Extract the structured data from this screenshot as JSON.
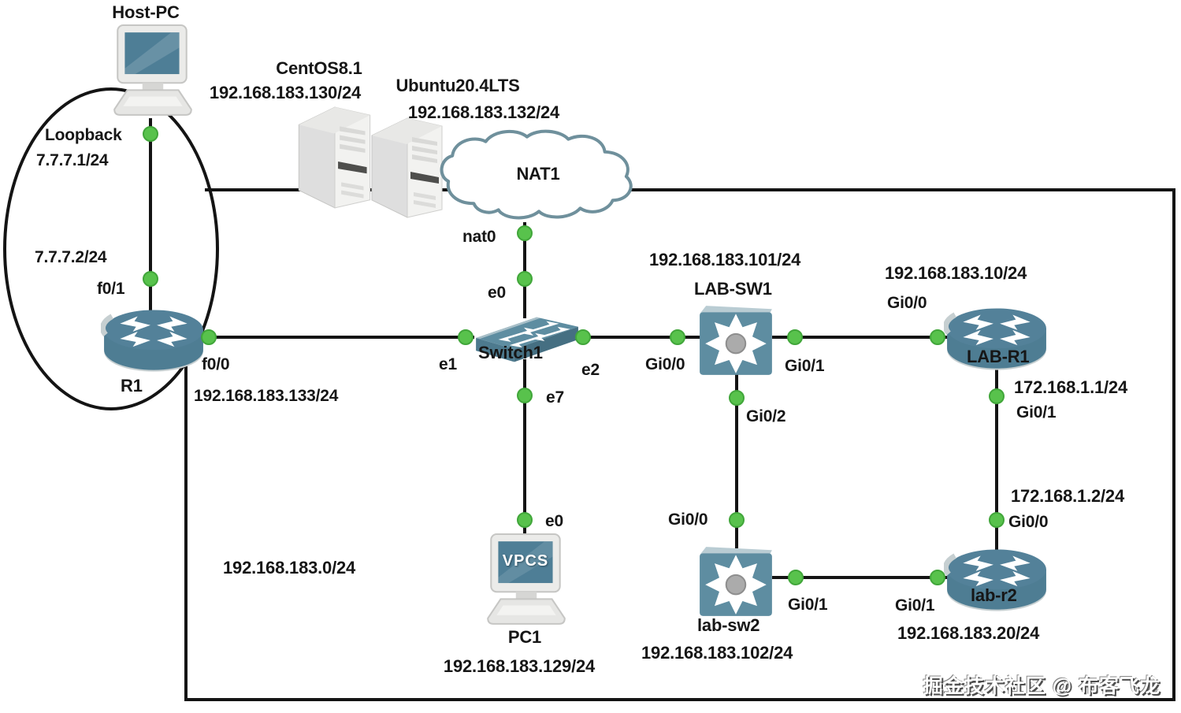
{
  "watermark": "掘金技术社区 @ 布客飞龙",
  "network": {
    "subnet_label": "192.168.183.0/24"
  },
  "host_pc": {
    "name": "Host-PC",
    "loopback_title": "Loopback",
    "loopback_ip": "7.7.7.1/24"
  },
  "servers": {
    "centos": {
      "name": "CentOS8.1",
      "ip": "192.168.183.130/24"
    },
    "ubuntu": {
      "name": "Ubuntu20.4LTS",
      "ip": "192.168.183.132/24"
    }
  },
  "nat1": {
    "name": "NAT1",
    "port_nat0": "nat0"
  },
  "r1": {
    "name": "R1",
    "port_f01": "f0/1",
    "f01_ip": "7.7.7.2/24",
    "port_f00": "f0/0",
    "f00_ip": "192.168.183.133/24"
  },
  "switch1": {
    "name": "Switch1",
    "port_e0": "e0",
    "port_e1": "e1",
    "port_e2": "e2",
    "port_e7": "e7"
  },
  "pc1": {
    "name": "PC1",
    "ip": "192.168.183.129/24",
    "screen_text": "VPCS",
    "port_e0": "e0"
  },
  "lab_sw1": {
    "name": "LAB-SW1",
    "ip": "192.168.183.101/24",
    "port_gi00": "Gi0/0",
    "port_gi01": "Gi0/1",
    "port_gi02": "Gi0/2"
  },
  "lab_r1": {
    "name": "LAB-R1",
    "gi00_ip": "192.168.183.10/24",
    "port_gi00": "Gi0/0",
    "port_gi01": "Gi0/1",
    "gi01_ip": "172.168.1.1/24"
  },
  "lab_r2": {
    "name": "lab-r2",
    "gi00_ip": "172.168.1.2/24",
    "port_gi00": "Gi0/0",
    "port_gi01": "Gi0/1",
    "gi01_ip": "192.168.183.20/24"
  },
  "lab_sw2": {
    "name": "lab-sw2",
    "ip": "192.168.183.102/24",
    "port_gi00": "Gi0/0",
    "port_gi01": "Gi0/1"
  }
}
